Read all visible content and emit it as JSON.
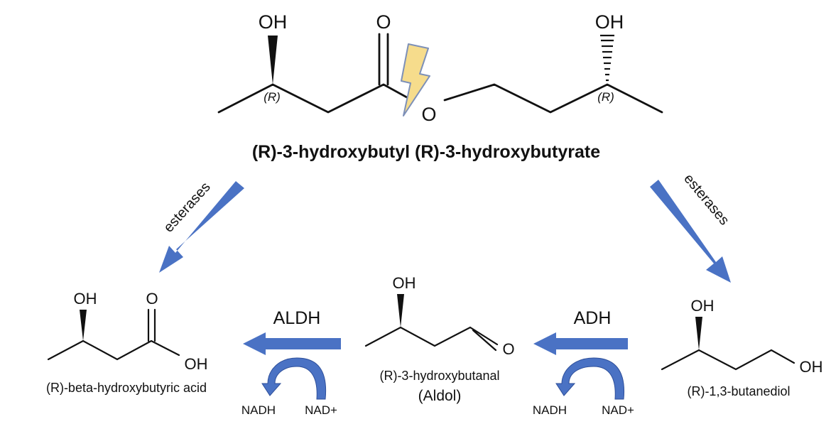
{
  "main_molecule": {
    "name": "(R)-3-hydroxybutyl (R)-3-hydroxybutyrate",
    "atoms": {
      "oh_left": "OH",
      "carbonyl_o": "O",
      "ester_o": "O",
      "oh_right": "OH"
    },
    "stereo_left": "(R)",
    "stereo_right": "(R)"
  },
  "esterase_left": "esterases",
  "esterase_right": "esterases",
  "acid": {
    "name": "(R)-beta-hydroxybutyric acid",
    "atoms": {
      "oh": "OH",
      "o": "O",
      "acid_oh": "OH"
    }
  },
  "aldol": {
    "name": "(R)-3-hydroxybutanal",
    "alias": "(Aldol)",
    "atoms": {
      "oh": "OH",
      "o": "O"
    }
  },
  "diol": {
    "name": "(R)-1,3-butanediol",
    "atoms": {
      "oh": "OH",
      "terminal_oh": "OH"
    }
  },
  "aldh_step": {
    "enzyme": "ALDH",
    "product_cofactor": "NADH",
    "input_cofactor": "NAD+"
  },
  "adh_step": {
    "enzyme": "ADH",
    "product_cofactor": "NADH",
    "input_cofactor": "NAD+"
  },
  "colors": {
    "arrow": "#4a72c4",
    "bolt_fill": "#f6dc8c",
    "bolt_outline": "#7d90b8",
    "ink": "#111111"
  },
  "icons": {
    "cleavage_marker": "lightning-bolt-icon"
  }
}
